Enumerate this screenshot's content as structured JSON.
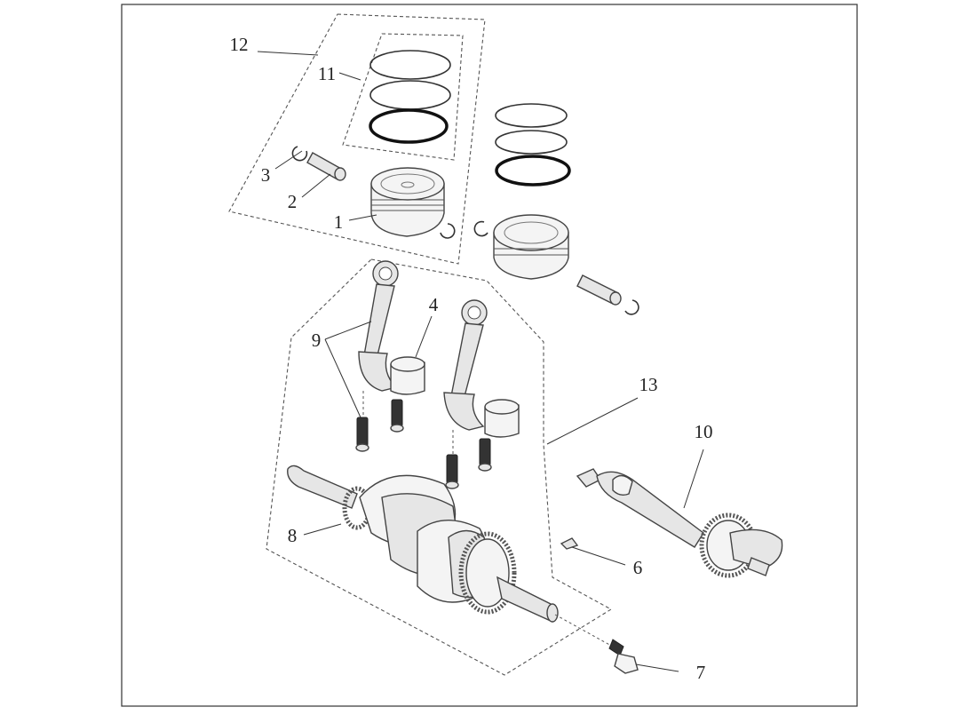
{
  "callouts": [
    {
      "id": "c1",
      "label": "1"
    },
    {
      "id": "c2",
      "label": "2"
    },
    {
      "id": "c3",
      "label": "3"
    },
    {
      "id": "c4",
      "label": "4"
    },
    {
      "id": "c6",
      "label": "6"
    },
    {
      "id": "c7",
      "label": "7"
    },
    {
      "id": "c8",
      "label": "8"
    },
    {
      "id": "c9",
      "label": "9"
    },
    {
      "id": "c10",
      "label": "10"
    },
    {
      "id": "c11",
      "label": "11"
    },
    {
      "id": "c12",
      "label": "12"
    },
    {
      "id": "c13",
      "label": "13"
    }
  ]
}
